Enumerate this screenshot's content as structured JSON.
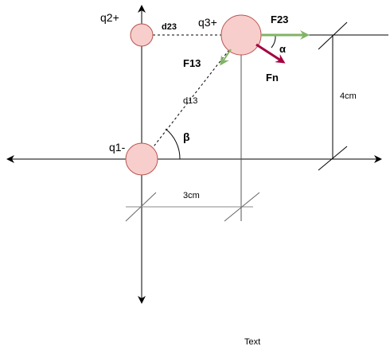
{
  "labels": {
    "q1": "q1-",
    "q2": "q2+",
    "q3": "q3+",
    "d23": "d23",
    "d13": "d13",
    "f23": "F23",
    "f13": "F13",
    "fn": "Fn",
    "alpha": "α",
    "beta": "β",
    "dist_x": "3cm",
    "dist_y": "4cm",
    "text": "Text"
  },
  "colors": {
    "charge_fill": "#f8cecc",
    "charge_stroke": "#b85450",
    "f23_arrow": "#82b366",
    "f13_arrow": "#82b366",
    "fn_arrow": "#a50040",
    "line": "#000000",
    "dimension_line": "#666666"
  }
}
